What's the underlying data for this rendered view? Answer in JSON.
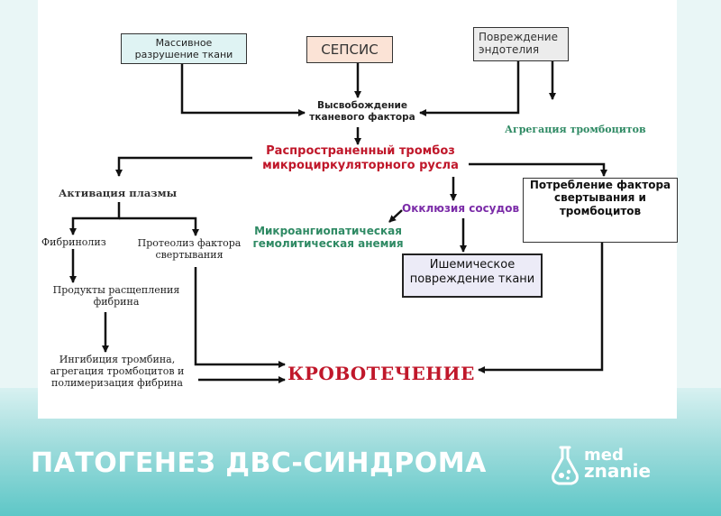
{
  "diagram": {
    "massive_destruction": "Массивное разрушение ткани",
    "sepsis": "СЕПСИС",
    "endothelium_damage": "Повреждение эндотелия",
    "tissue_factor_release": "Высвобождение тканевого фактора",
    "platelet_aggregation": "Агрегация тромбоцитов",
    "widespread_thrombosis": "Распространенный тромбоз микроциркуляторного русла",
    "consumption": "Потребление фактора свертывания и тромбоцитов",
    "plasma_activation": "Активация плазмы",
    "vessel_occlusion": "Окклюзия сосудов",
    "microangiopathic_anemia": "Микроангиопатическая гемолитическая анемия",
    "fibrinolysis": "Фибринолиз",
    "proteolysis": "Протеолиз фактора свертывания",
    "ischemic_damage": "Ишемическое повреждение ткани",
    "fibrin_products": "Продукты расщепления фибрина",
    "inhibition": "Ингибиция тромбина, агрегация тромбоцитов и полимеризация фибрина",
    "bleeding": "КРОВОТЕЧЕНИЕ"
  },
  "footer": {
    "title": "ПАТОГЕНЕЗ ДВС-СИНДРОМА",
    "logo_line1": "med",
    "logo_line2": "znanie",
    "logo_icon": "flask-icon"
  },
  "colors": {
    "red": "#c0172a",
    "green": "#2f8a64",
    "purple": "#7b2ca8",
    "teal": "#5ec7c7"
  }
}
